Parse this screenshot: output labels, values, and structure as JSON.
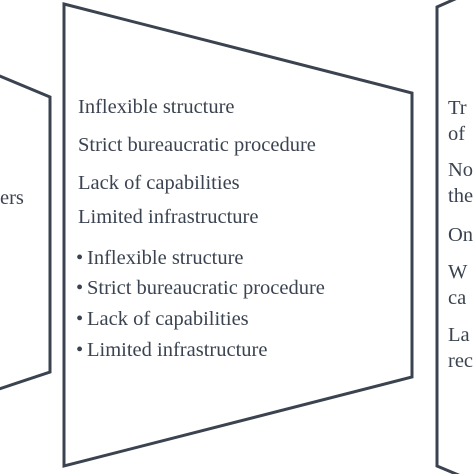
{
  "diagram": {
    "stroke_color": "#3b4350",
    "text_color": "#3b4350",
    "left_panel": {
      "lines": [
        "ers"
      ]
    },
    "middle_panel": {
      "lines": [
        "Inflexible structure",
        "Strict bureaucratic procedure",
        "Lack of capabilities",
        "Limited infrastructure"
      ],
      "bullets": [
        "Inflexible structure",
        "Strict bureaucratic procedure",
        "Lack of capabilities",
        "Limited infrastructure"
      ],
      "bullet_glyph": "•"
    },
    "right_panel": {
      "lines": [
        "Tr",
        "of",
        "No",
        "the",
        "On",
        "W",
        "ca",
        "La",
        "rec"
      ]
    }
  }
}
